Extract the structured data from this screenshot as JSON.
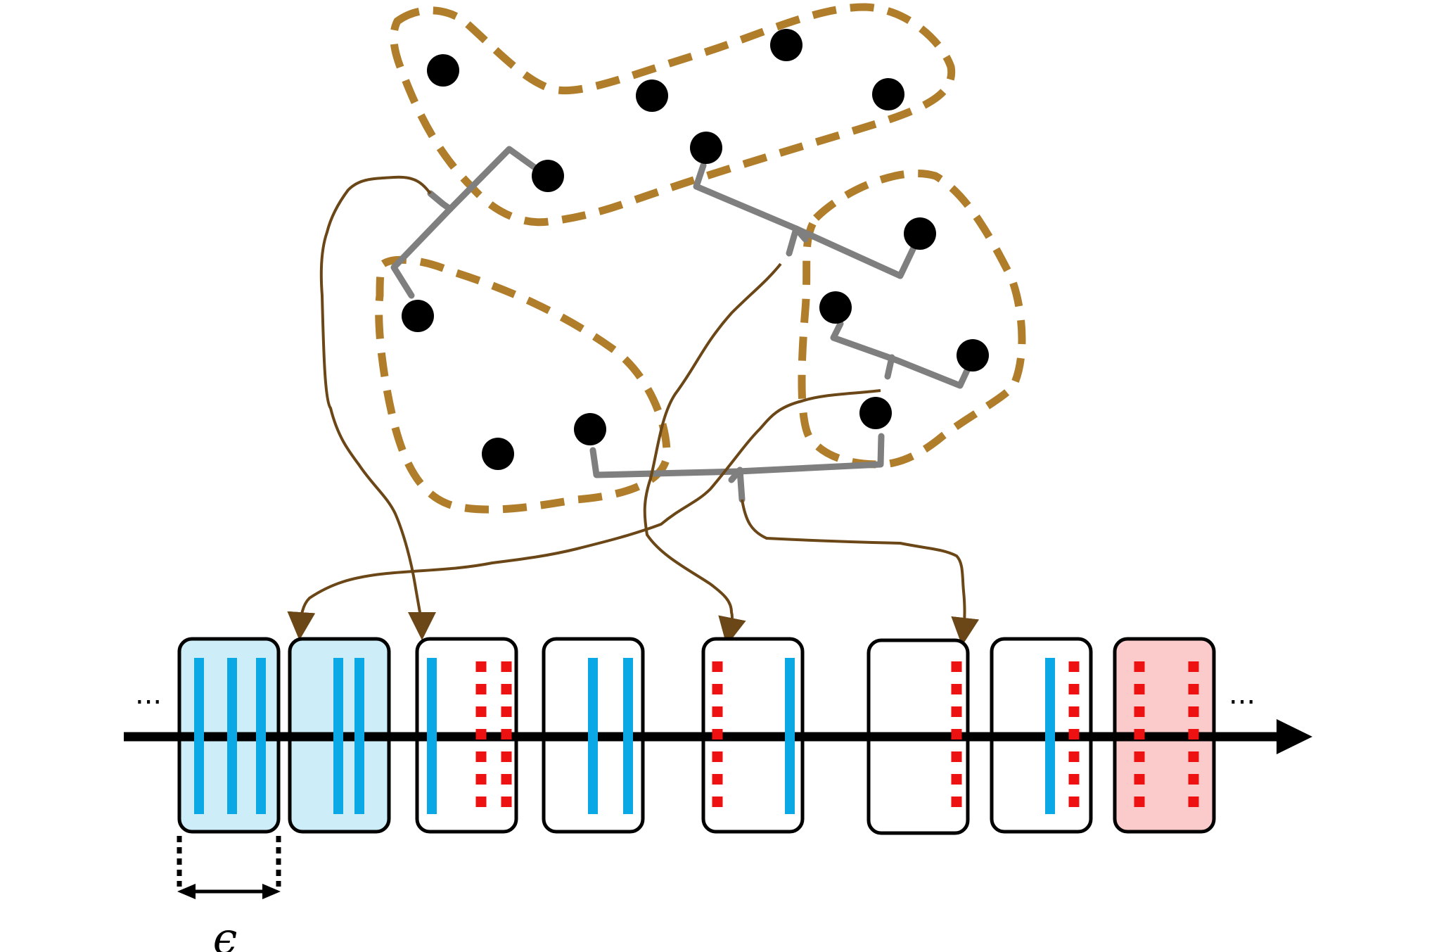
{
  "colors": {
    "background": "#ffffff",
    "cluster_outline": "#b07d2a",
    "point": "#000000",
    "tree_line": "#7f7f7f",
    "mapping_arrow": "#6b4616",
    "timeline": "#000000",
    "box_border": "#000000",
    "box_fill_blue": "#cdeef9",
    "box_fill_red": "#fbcaca",
    "blue_bar": "#0aa9e6",
    "red_dots": "#ee1111"
  },
  "timeline": {
    "left_ellipsis": "...",
    "right_ellipsis": "...",
    "window_label": "ϵ"
  },
  "windows": [
    {
      "fill": "blue",
      "blue_bars": 3,
      "red_columns": 0
    },
    {
      "fill": "blue",
      "blue_bars": 2,
      "red_columns": 0
    },
    {
      "fill": "none",
      "blue_bars": 1,
      "red_columns": 2
    },
    {
      "fill": "none",
      "blue_bars": 2,
      "red_columns": 0
    },
    {
      "fill": "none",
      "blue_bars": 1,
      "red_columns": 1
    },
    {
      "fill": "none",
      "blue_bars": 0,
      "red_columns": 1
    },
    {
      "fill": "none",
      "blue_bars": 1,
      "red_columns": 1
    },
    {
      "fill": "red",
      "blue_bars": 0,
      "red_columns": 2
    }
  ],
  "clusters": [
    {
      "name": "top",
      "points": 6
    },
    {
      "name": "left",
      "points": 3
    },
    {
      "name": "right",
      "points": 4
    }
  ]
}
